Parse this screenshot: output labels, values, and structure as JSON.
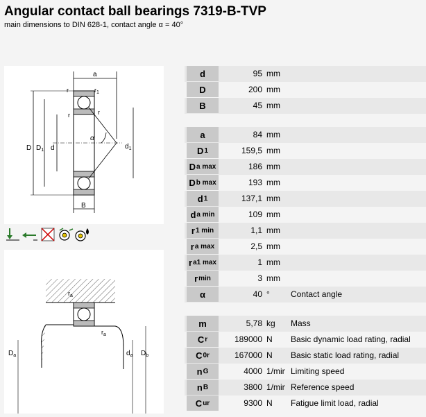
{
  "title": "Angular contact ball bearings 7319-B-TVP",
  "subtitle": "main dimensions to DIN 628-1, contact angle α = 40°",
  "drawing1": {
    "a": "a",
    "r": "r",
    "r1": "r",
    "r1sub": "1",
    "r_mid": "r",
    "r_right": "r",
    "D": "D",
    "D1": "D",
    "D1sub": "1",
    "d": "d",
    "d1": "d",
    "d1sub": "1",
    "alpha": "α",
    "B": "B"
  },
  "drawing2": {
    "ra_top": "r",
    "ra_top_sub": "a",
    "ra_bot": "r",
    "ra_bot_sub": "a",
    "Da": "D",
    "Da_sub": "a",
    "da": "d",
    "da_sub": "a",
    "Db": "D",
    "Db_sub": "b"
  },
  "icons": [
    "radial-load-icon",
    "axial-load-icon",
    "no-seal-icon",
    "speed-icon",
    "lubrication-icon"
  ],
  "table1": [
    {
      "sym": "d",
      "sub": "",
      "val": "95",
      "unit": "mm"
    },
    {
      "sym": "D",
      "sub": "",
      "val": "200",
      "unit": "mm"
    },
    {
      "sym": "B",
      "sub": "",
      "val": "45",
      "unit": "mm"
    }
  ],
  "table2": [
    {
      "sym": "a",
      "sub": "",
      "val": "84",
      "unit": "mm",
      "desc": ""
    },
    {
      "sym": "D",
      "sub": "1",
      "val": "159,5",
      "unit": "mm",
      "desc": ""
    },
    {
      "sym": "D",
      "sub": "a max",
      "val": "186",
      "unit": "mm",
      "desc": ""
    },
    {
      "sym": "D",
      "sub": "b max",
      "val": "193",
      "unit": "mm",
      "desc": ""
    },
    {
      "sym": "d",
      "sub": "1",
      "val": "137,1",
      "unit": "mm",
      "desc": ""
    },
    {
      "sym": "d",
      "sub": "a min",
      "val": "109",
      "unit": "mm",
      "desc": ""
    },
    {
      "sym": "r",
      "sub": "1 min",
      "val": "1,1",
      "unit": "mm",
      "desc": ""
    },
    {
      "sym": "r",
      "sub": "a max",
      "val": "2,5",
      "unit": "mm",
      "desc": ""
    },
    {
      "sym": "r",
      "sub": "a1 max",
      "val": "1",
      "unit": "mm",
      "desc": ""
    },
    {
      "sym": "r",
      "sub": "min",
      "val": "3",
      "unit": "mm",
      "desc": ""
    },
    {
      "sym": "α",
      "sub": "",
      "val": "40",
      "unit": "°",
      "desc": "Contact angle"
    }
  ],
  "table3": [
    {
      "sym": "m",
      "sub": "",
      "val": "5,78",
      "unit": "kg",
      "desc": "Mass"
    },
    {
      "sym": "C",
      "sub": "r",
      "val": "189000",
      "unit": "N",
      "desc": "Basic dynamic load rating, radial"
    },
    {
      "sym": "C",
      "sub": "0r",
      "val": "167000",
      "unit": "N",
      "desc": "Basic static load rating, radial"
    },
    {
      "sym": "n",
      "sub": "G",
      "val": "4000",
      "unit": "1/min",
      "desc": "Limiting speed"
    },
    {
      "sym": "n",
      "sub": "B",
      "val": "3800",
      "unit": "1/min",
      "desc": "Reference speed"
    },
    {
      "sym": "C",
      "sub": "ur",
      "val": "9300",
      "unit": "N",
      "desc": "Fatigue limit load, radial"
    }
  ]
}
